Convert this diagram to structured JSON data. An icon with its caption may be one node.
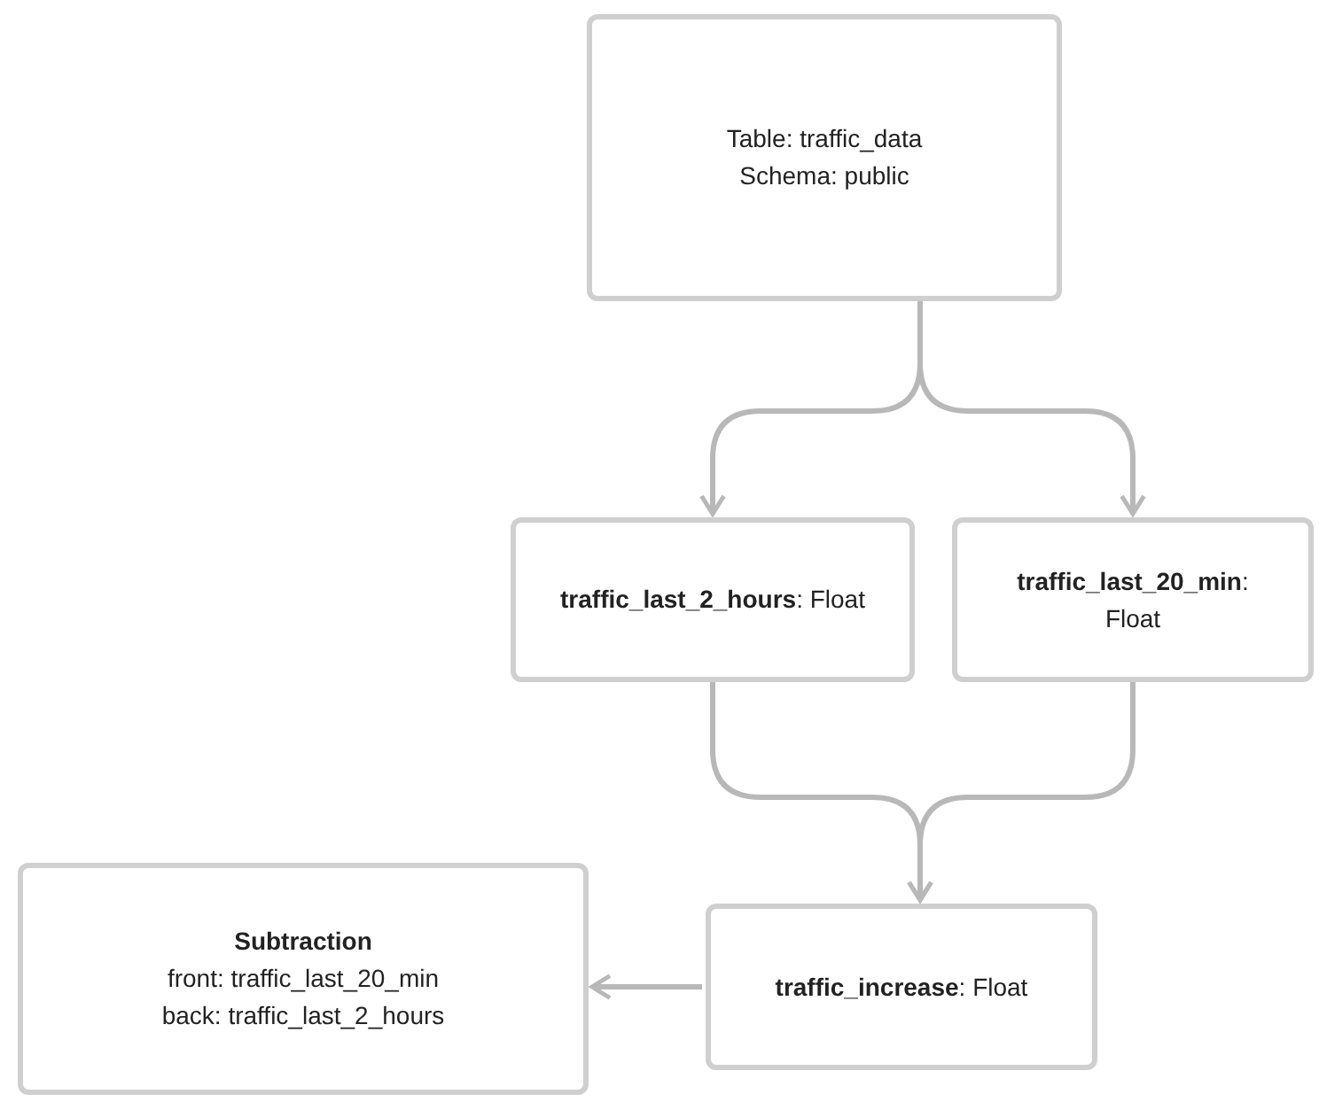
{
  "diagram": {
    "nodes": [
      {
        "text": [
          "Table: traffic_data",
          "Schema: public"
        ]
      },
      {
        "text": [
          "**traffic_last_2_hours**: Float"
        ]
      },
      {
        "text": [
          "**traffic_last_20_min**: Float"
        ]
      },
      {
        "text": [
          "Subtraction",
          "front: traffic_last_20_min",
          "back: traffic_last_2_hours"
        ]
      },
      {
        "text": [
          "**traffic_increase**: Float"
        ]
      }
    ],
    "edges": [
      {
        "from": 0,
        "to": 1,
        "arrow": "to"
      },
      {
        "from": 0,
        "to": 2,
        "arrow": "to"
      },
      {
        "from": 1,
        "to": 4,
        "arrow": "to"
      },
      {
        "from": 2,
        "to": 4,
        "arrow": "to"
      },
      {
        "from": 4,
        "to": 3,
        "arrow": "to"
      }
    ]
  }
}
